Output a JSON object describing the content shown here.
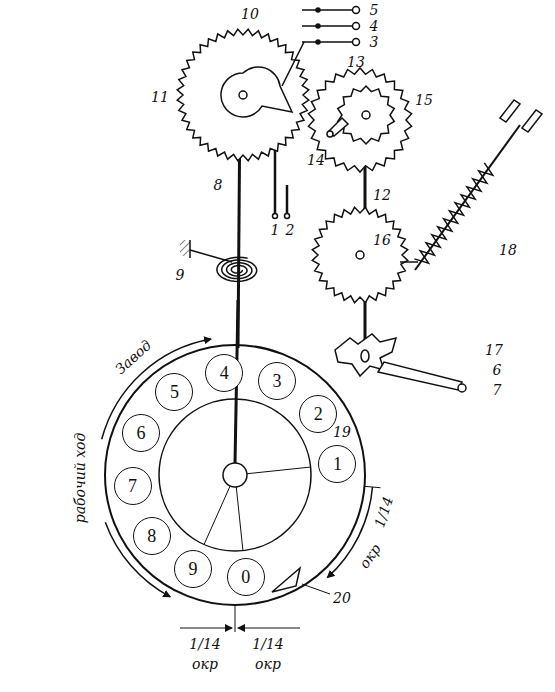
{
  "diagram": {
    "nodes": [
      {
        "text": [
          "1"
        ]
      },
      {
        "text": [
          "2"
        ]
      },
      {
        "text": [
          "3"
        ]
      },
      {
        "text": [
          "4"
        ]
      },
      {
        "text": [
          "5"
        ]
      },
      {
        "text": [
          "6"
        ]
      },
      {
        "text": [
          "7"
        ]
      },
      {
        "text": [
          "8"
        ]
      },
      {
        "text": [
          "9"
        ]
      },
      {
        "text": [
          "0"
        ]
      }
    ],
    "labels": [
      "10",
      "5",
      "4",
      "3",
      "13",
      "11",
      "15",
      "14",
      "12",
      "8",
      "1",
      "2",
      "16",
      "18",
      "9",
      "17",
      "6",
      "7",
      "19",
      "Завод",
      "рабочий ход",
      "1/14",
      "окр",
      "1/14",
      "окр",
      "1/14",
      "окр",
      "20"
    ]
  }
}
